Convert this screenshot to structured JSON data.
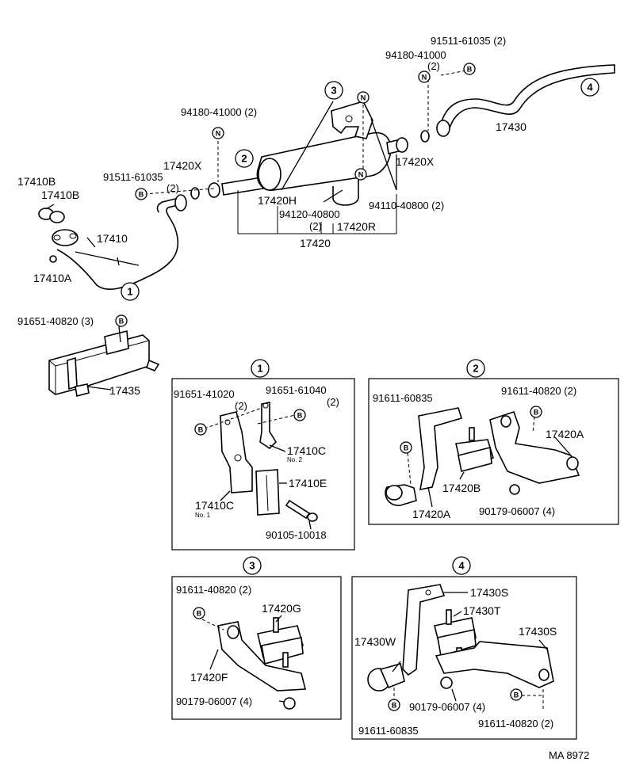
{
  "drawing_code": "MA 8972",
  "markers": {
    "n": "N",
    "b": "B"
  },
  "sections": {
    "s1": "1",
    "s2": "2",
    "s3": "3",
    "s4": "4"
  },
  "top": {
    "p17410B_a": "17410B",
    "p17410B_b": "17410B",
    "p17410": "17410",
    "p17410A": "17410A",
    "bolt_91511_left": "91511-61035",
    "bolt_91511_left_qty": "(2)",
    "p17420X_left": "17420X",
    "nut_94180_left": "94180-41000 (2)",
    "p17420H": "17420H",
    "p94120": "94120-40800",
    "p94120_qty": "(2)",
    "p17420R": "17420R",
    "p94110": "94110-40800 (2)",
    "p17420": "17420",
    "p17420X_right": "17420X",
    "p17430": "17430",
    "bolt_91511_right": "91511-61035 (2)",
    "nut_94180_right": "94180-41000",
    "nut_94180_right_qty": "(2)"
  },
  "heat_shield": {
    "bolt": "91651-40820 (3)",
    "part": "17435"
  },
  "box1": {
    "bolt_a": "91651-41020",
    "bolt_a_qty": "(2)",
    "bolt_b": "91651-61040",
    "bolt_b_qty": "(2)",
    "p17410C_no2": "17410C",
    "no2": "No. 2",
    "p17410E": "17410E",
    "p17410C_no1": "17410C",
    "no1": "No. 1",
    "bolt_c": "90105-10018"
  },
  "box2": {
    "bolt_a": "91611-60835",
    "bolt_b": "91611-40820 (2)",
    "p17420A_top": "17420A",
    "p17420B": "17420B",
    "nut": "90179-06007 (4)",
    "p17420A_bottom": "17420A"
  },
  "box3": {
    "bolt": "91611-40820 (2)",
    "p17420G": "17420G",
    "p17420F": "17420F",
    "nut": "90179-06007 (4)"
  },
  "box4": {
    "p17430S_top": "17430S",
    "p17430T": "17430T",
    "p17430W": "17430W",
    "p17430S_right": "17430S",
    "nut": "90179-06007 (4)",
    "bolt_a": "91611-60835",
    "bolt_b": "91611-40820 (2)"
  }
}
